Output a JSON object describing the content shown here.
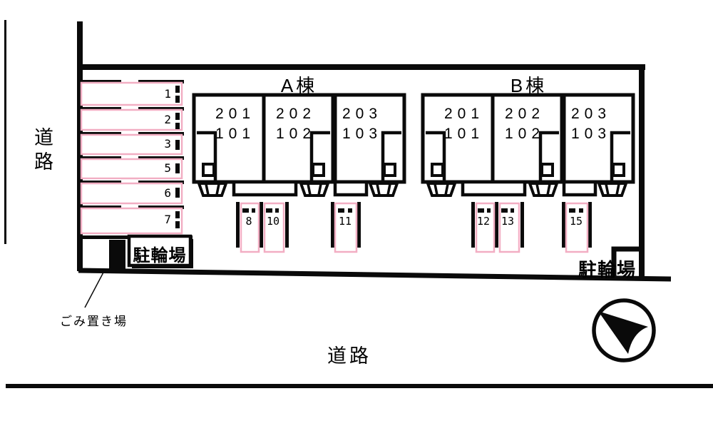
{
  "plan": {
    "roads": {
      "left": "道路",
      "bottom": "道路"
    },
    "buildings": [
      {
        "title": "A棟",
        "units": [
          {
            "upper": "201",
            "lower": "101"
          },
          {
            "upper": "202",
            "lower": "102"
          },
          {
            "upper": "203",
            "lower": "103"
          }
        ]
      },
      {
        "title": "B棟",
        "units": [
          {
            "upper": "201",
            "lower": "101"
          },
          {
            "upper": "202",
            "lower": "102"
          },
          {
            "upper": "203",
            "lower": "103"
          }
        ]
      }
    ],
    "parking": {
      "left_rows": [
        "1",
        "2",
        "3",
        "5",
        "6",
        "7"
      ],
      "stalls": [
        "8",
        "10",
        "11",
        "12",
        "13",
        "15"
      ]
    },
    "bicycle_parking_left": "駐輪場",
    "bicycle_parking_right": "駐輪場",
    "garbage_area": "ごみ置き場"
  },
  "colors": {
    "stall_outline_pink": "#f2aec3",
    "ink": "#0a0a0a"
  }
}
